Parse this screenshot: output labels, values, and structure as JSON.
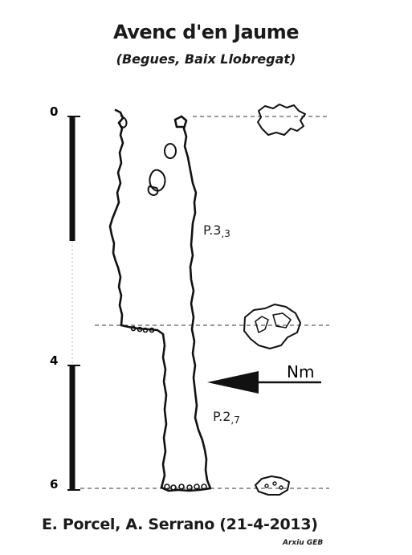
{
  "header": {
    "title": "Avenc d'en Jaume",
    "subtitle": "(Begues, Baix Llobregat)"
  },
  "depth_scale": {
    "ticks": [
      "0",
      "4",
      "6"
    ]
  },
  "pitches": [
    {
      "name": "P.3",
      "sub": "3"
    },
    {
      "name": "P.2",
      "sub": "7"
    }
  ],
  "water_level_label": "Nm",
  "footer": {
    "credits": "E. Porcel, A. Serrano (21-4-2013)",
    "archive": "Arxiu GEB"
  }
}
